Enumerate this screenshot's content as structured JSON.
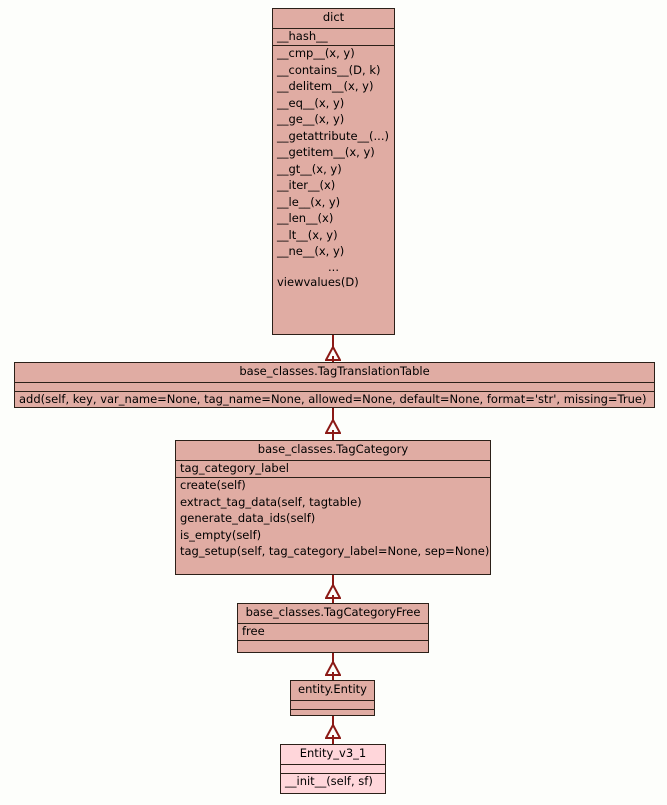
{
  "diagram": {
    "kind": "uml-class-diagram",
    "background_color": "#fdfefb",
    "box_fill_color": "#e0aca3",
    "box_fill_color_highlight": "#ffd6da",
    "border_color": "#2b2018",
    "edge_color": "#8b1a16",
    "classes": [
      {
        "id": "dict",
        "name": "dict",
        "attributes": [
          "__hash__"
        ],
        "methods": [
          "__cmp__(x, y)",
          "__contains__(D, k)",
          "__delitem__(x, y)",
          "__eq__(x, y)",
          "__ge__(x, y)",
          "__getattribute__(...)",
          "__getitem__(x, y)",
          "__gt__(x, y)",
          "__iter__(x)",
          "__le__(x, y)",
          "__len__(x)",
          "__lt__(x, y)",
          "__ne__(x, y)",
          "...",
          "viewvalues(D)"
        ]
      },
      {
        "id": "tagtranslationtable",
        "name": "base_classes.TagTranslationTable",
        "attributes": [],
        "methods": [
          "add(self, key, var_name=None, tag_name=None, allowed=None, default=None, format='str', missing=True)"
        ]
      },
      {
        "id": "tagcategory",
        "name": "base_classes.TagCategory",
        "attributes": [
          "tag_category_label"
        ],
        "methods": [
          "create(self)",
          "extract_tag_data(self, tagtable)",
          "generate_data_ids(self)",
          "is_empty(self)",
          "tag_setup(self, tag_category_label=None, sep=None)"
        ]
      },
      {
        "id": "tagcategoryfree",
        "name": "base_classes.TagCategoryFree",
        "attributes": [
          "free"
        ],
        "methods": []
      },
      {
        "id": "entity",
        "name": "entity.Entity",
        "attributes": [],
        "methods": []
      },
      {
        "id": "entityv31",
        "name": "Entity_v3_1",
        "attributes": [],
        "methods": [
          "__init__(self, sf)"
        ]
      }
    ],
    "inheritance_edges": [
      {
        "child": "tagtranslationtable",
        "parent": "dict"
      },
      {
        "child": "tagcategory",
        "parent": "tagtranslationtable"
      },
      {
        "child": "tagcategoryfree",
        "parent": "tagcategory"
      },
      {
        "child": "entity",
        "parent": "tagcategoryfree"
      },
      {
        "child": "entityv31",
        "parent": "entity"
      }
    ]
  }
}
